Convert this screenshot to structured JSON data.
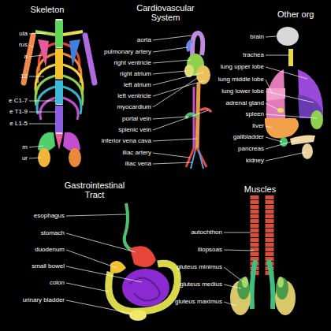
{
  "diagram": {
    "labels": [
      "Skeleton",
      "ula",
      "rus",
      "a",
      "12",
      "e C1-7",
      "e T1-9",
      "e L1-5",
      "m",
      "ur",
      "Cardiovascular System",
      "aorta",
      "pulmonary artery",
      "right ventricle",
      "right atrium",
      "left atrium",
      "left ventricle",
      "myocardium",
      "portal vein",
      "splenic vein",
      "inferior vena cava",
      "iliac artery",
      "iliac vena",
      "Other org",
      "brain",
      "trachea",
      "lung upper lobe",
      "lung middle lobe",
      "lung lower lobe",
      "adrenal gland",
      "spleen",
      "liver",
      "gallbladder",
      "pancreas",
      "kidney",
      "Gastrointestinal Tract",
      "esophagus",
      "stomach",
      "duodenum",
      "small bowel",
      "colon",
      "urinary bladder",
      "Muscles",
      "autochthon",
      "iliopsoas",
      "gluteus minimus",
      "gluteus medius",
      "gluteus maximus"
    ]
  }
}
